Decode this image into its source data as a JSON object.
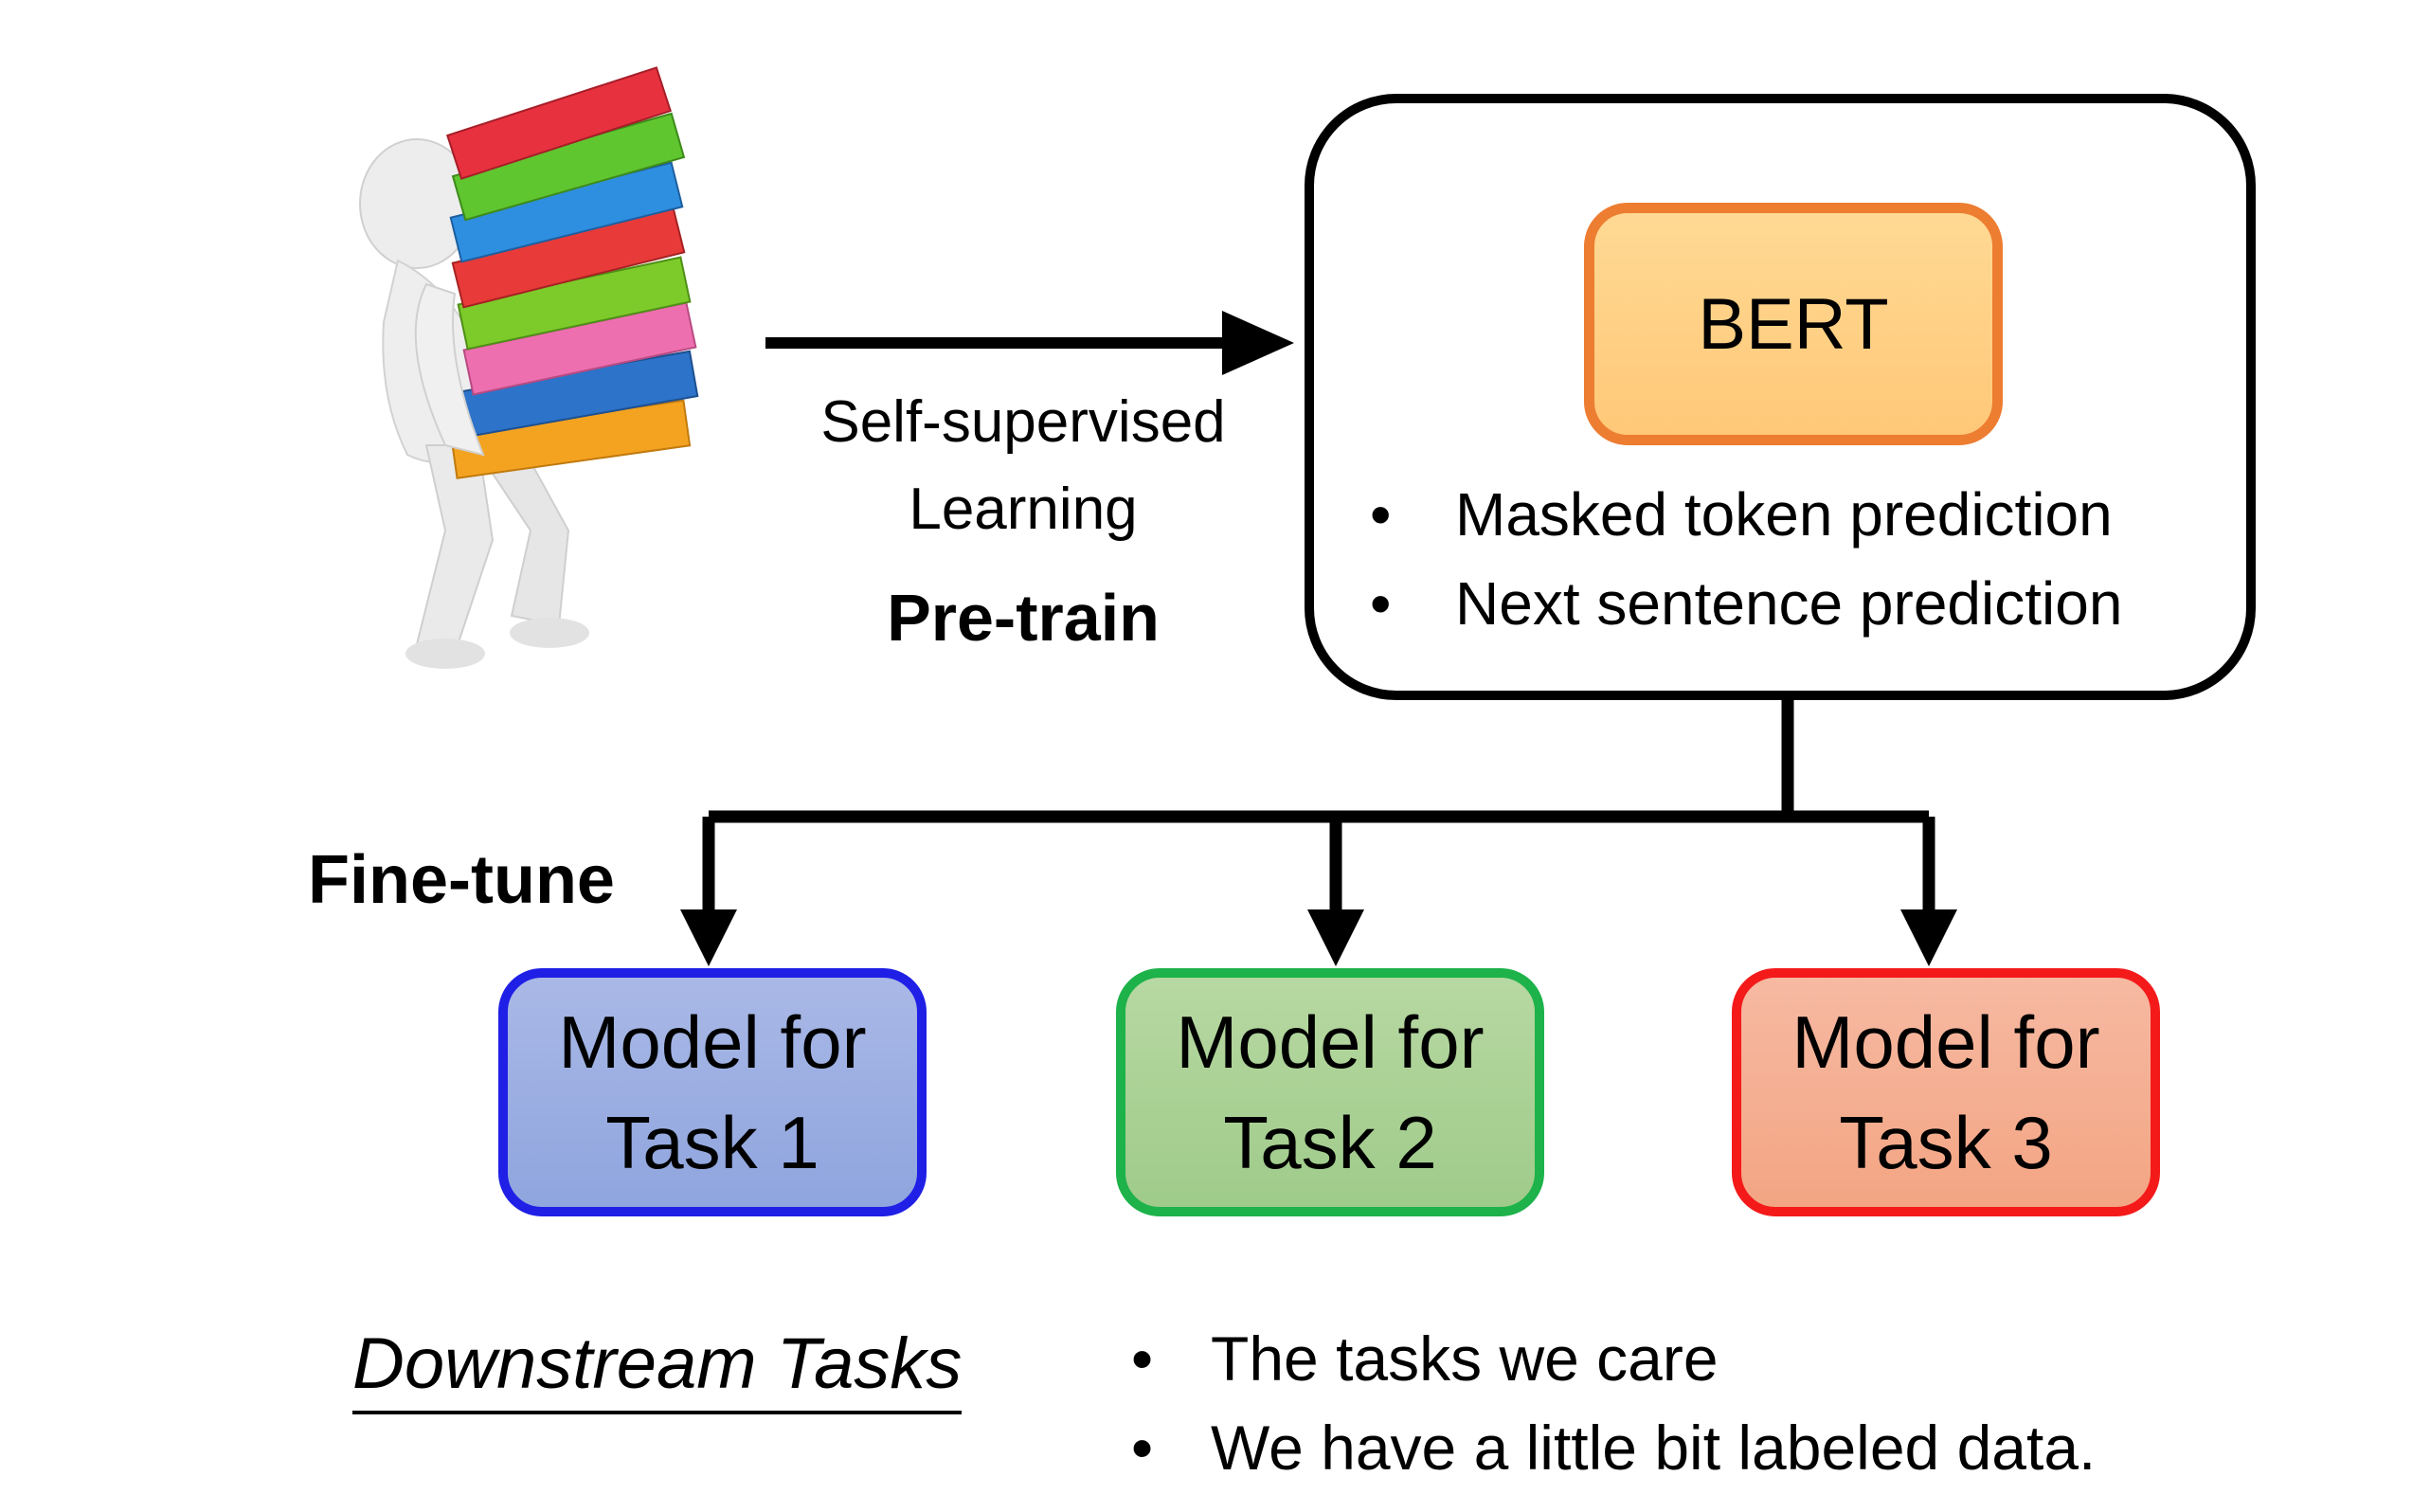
{
  "pretrain": {
    "method_line1": "Self-supervised",
    "method_line2": "Learning",
    "stage": "Pre-train"
  },
  "bert": {
    "name": "BERT",
    "objectives": [
      "Masked token prediction",
      "Next sentence prediction"
    ],
    "bullet": "•"
  },
  "finetune": {
    "stage": "Fine-tune"
  },
  "tasks": [
    {
      "line1": "Model for",
      "line2": "Task 1"
    },
    {
      "line1": "Model for",
      "line2": "Task 2"
    },
    {
      "line1": "Model for",
      "line2": "Task 3"
    }
  ],
  "downstream": {
    "title": "Downstream Tasks",
    "notes": [
      "The tasks we care",
      "We have a little bit labeled data."
    ],
    "bullet": "•"
  },
  "colors": {
    "bert_border": "#ED7D31",
    "task1_border": "#1F1FE6",
    "task2_border": "#1DB24A",
    "task3_border": "#F41A1A"
  },
  "icons": {
    "person": "person-carrying-binders-icon"
  }
}
